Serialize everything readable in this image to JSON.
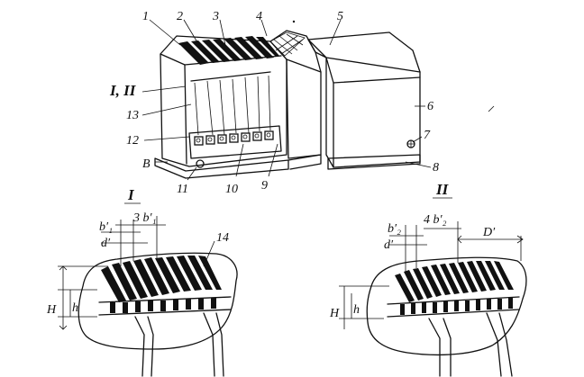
{
  "labels": {
    "n1": "1",
    "n2": "2",
    "n3": "3",
    "n4": "4",
    "n5": "5",
    "n6": "6",
    "n7": "7",
    "n8": "8",
    "n9": "9",
    "n10": "10",
    "n11": "11",
    "n12": "12",
    "n13": "13",
    "n14": "14",
    "section_ref": "I, II",
    "b_label": "B"
  },
  "detail_I": {
    "title": "I",
    "b1p": "b′₁",
    "three_b1p": "3 b′₁",
    "dp": "d′",
    "H": "H",
    "h": "h"
  },
  "detail_II": {
    "title": "II",
    "b2p": "b′₂",
    "four_b2p": "4 b′₂",
    "dp": "d′",
    "Dp": "D′",
    "H": "H",
    "h": "h"
  },
  "colors": {
    "ink": "#111111",
    "paper": "#ffffff"
  }
}
